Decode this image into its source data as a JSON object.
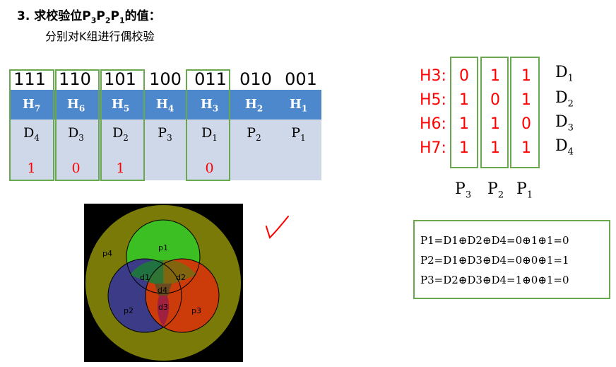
{
  "heading": {
    "number": "3.",
    "text_prefix": "求校验位",
    "p3": "P",
    "p3_sub": "3",
    "p2": "P",
    "p2_sub": "2",
    "p1": "P",
    "p1_sub": "1",
    "text_suffix": "的值：",
    "subtitle": "分别对K组进行偶校验"
  },
  "table": {
    "bit_labels": [
      "111",
      "110",
      "101",
      "100",
      "011",
      "010",
      "001"
    ],
    "headers": [
      {
        "main": "H",
        "sub": "7"
      },
      {
        "main": "H",
        "sub": "6"
      },
      {
        "main": "H",
        "sub": "5"
      },
      {
        "main": "H",
        "sub": "4"
      },
      {
        "main": "H",
        "sub": "3"
      },
      {
        "main": "H",
        "sub": "2"
      },
      {
        "main": "H",
        "sub": "1"
      }
    ],
    "vars": [
      {
        "main": "D",
        "sub": "4"
      },
      {
        "main": "D",
        "sub": "3"
      },
      {
        "main": "D",
        "sub": "2"
      },
      {
        "main": "P",
        "sub": "3"
      },
      {
        "main": "D",
        "sub": "1"
      },
      {
        "main": "P",
        "sub": "2"
      },
      {
        "main": "P",
        "sub": "1"
      }
    ],
    "values": [
      "1",
      "0",
      "1",
      "",
      "0",
      "",
      ""
    ]
  },
  "matrix": {
    "rows": [
      {
        "label": "H3:",
        "cells": [
          "0",
          "1",
          "1"
        ],
        "d": "D",
        "d_sub": "1"
      },
      {
        "label": "H5:",
        "cells": [
          "1",
          "0",
          "1"
        ],
        "d": "D",
        "d_sub": "2"
      },
      {
        "label": "H6:",
        "cells": [
          "1",
          "1",
          "0"
        ],
        "d": "D",
        "d_sub": "3"
      },
      {
        "label": "H7:",
        "cells": [
          "1",
          "1",
          "1"
        ],
        "d": "D",
        "d_sub": "4"
      }
    ],
    "col_labels": [
      {
        "main": "P",
        "sub": "3"
      },
      {
        "main": "P",
        "sub": "2"
      },
      {
        "main": "P",
        "sub": "1"
      }
    ]
  },
  "equations": [
    "P1=D1⊕D2⊕D4=0⊕1⊕1=0",
    "P2=D1⊕D3⊕D4=0⊕0⊕1=1",
    "P3=D2⊕D3⊕D4=1⊕0⊕1=0"
  ],
  "venn": {
    "labels": [
      "p4",
      "p1",
      "p2",
      "p3",
      "d1",
      "d2",
      "d3",
      "d4"
    ]
  },
  "colors": {
    "accent_red": "#ff0000",
    "box_green": "#6aa84f",
    "header_blue": "#4e88cc",
    "body_blue": "#cfd8e8"
  }
}
